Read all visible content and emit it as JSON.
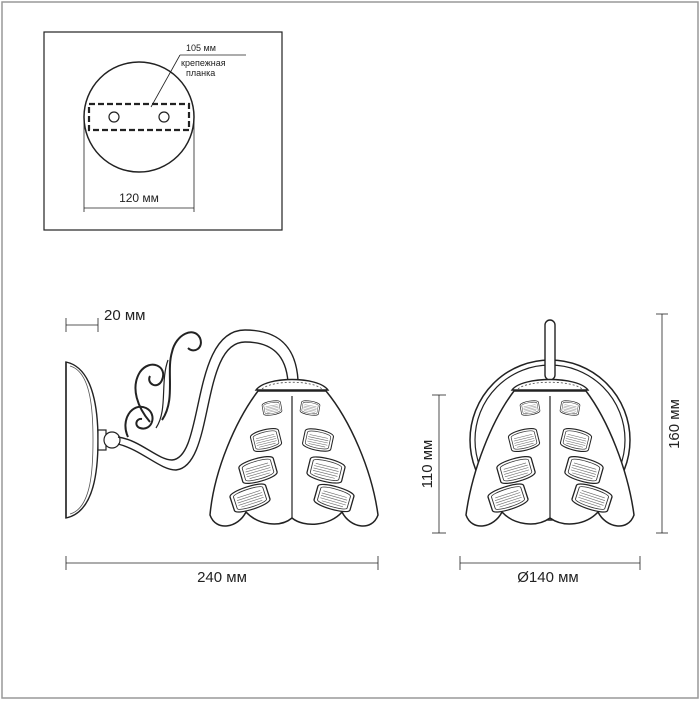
{
  "diagram": {
    "mount_plate": {
      "label_width_small": "105 мм",
      "label_plate_line1": "крепежная",
      "label_plate_line2": "планка",
      "label_diameter": "120 мм"
    },
    "side_view": {
      "label_depth_offset": "20 мм",
      "label_length": "240 мм"
    },
    "front_view": {
      "label_shade_height": "110 мм",
      "label_total_height": "160 мм",
      "label_diameter": "Ø140 мм"
    }
  }
}
